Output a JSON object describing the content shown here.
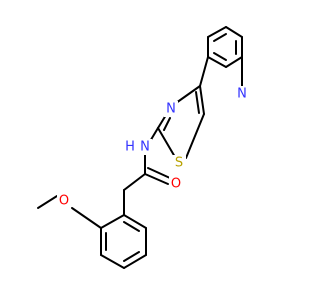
{
  "molecule": {
    "colors": {
      "bond": "#000000",
      "nitrogen": "#3333ff",
      "oxygen": "#ff0000",
      "sulfur": "#b8a200",
      "carbon": "#000000"
    },
    "atom_labels": [
      {
        "id": "n_pyridine",
        "text": "N",
        "element": "nitrogen"
      },
      {
        "id": "n_thiazole",
        "text": "N",
        "element": "nitrogen"
      },
      {
        "id": "s_thiazole",
        "text": "S",
        "element": "sulfur"
      },
      {
        "id": "nh_amide_n",
        "text": "N",
        "element": "nitrogen"
      },
      {
        "id": "nh_amide_h",
        "text": "H",
        "element": "nitrogen"
      },
      {
        "id": "o_carbonyl",
        "text": "O",
        "element": "oxygen"
      },
      {
        "id": "o_methoxy",
        "text": "O",
        "element": "oxygen"
      }
    ]
  }
}
